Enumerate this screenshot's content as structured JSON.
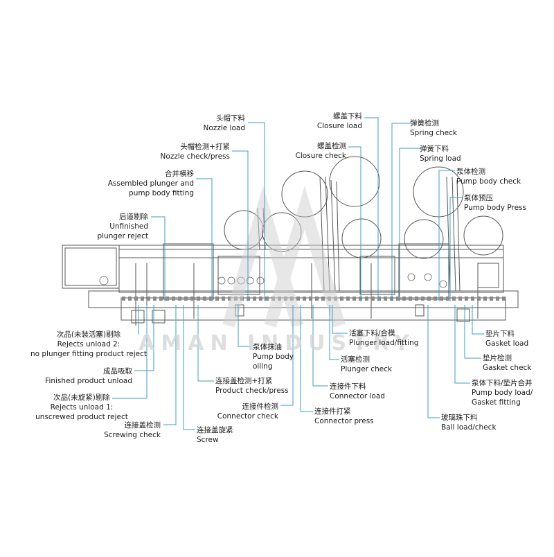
{
  "watermark": "AMAN INDUSTRY",
  "colors": {
    "leader": "#3d9cc9",
    "machine": "#444444",
    "watermark": "#cfcfcf"
  },
  "labels": {
    "nozzle_load": {
      "zh": "头帽下料",
      "en": "Nozzle load"
    },
    "nozzle_check": {
      "zh": "头帽检测+打紧",
      "en": "Nozzle check/press"
    },
    "assembled": {
      "zh": "合并横移",
      "en1": "Assembled plunger and",
      "en2": "pump body fitting"
    },
    "unfinished": {
      "zh": "后道剔除",
      "en1": "Unfinished",
      "en2": "plunger reject"
    },
    "closure_load": {
      "zh": "螺盖下料",
      "en": "Closure load"
    },
    "closure_check": {
      "zh": "螺盖检测",
      "en": "Closure check"
    },
    "spring_check": {
      "zh": "弹簧检测",
      "en": "Spring check"
    },
    "spring_load": {
      "zh": "弹簧下料",
      "en": "Spring load"
    },
    "pump_check": {
      "zh": "泵体检测",
      "en": "Pump body check"
    },
    "pump_press": {
      "zh": "泵体预压",
      "en": "Pump body Press"
    },
    "rejects2": {
      "zh": "次品(未装活塞)剔除",
      "en1": "Rejects unload 2:",
      "en2": "no plunger fitting product reject"
    },
    "finished": {
      "zh": "成品吸取",
      "en": "Finished product unload"
    },
    "rejects1": {
      "zh": "次品(未旋紧)剔除",
      "en1": "Rejects unload 1:",
      "en2": "unscrewed product reject"
    },
    "screw_check": {
      "zh": "连接盖检测",
      "en": "Screwing check"
    },
    "screw": {
      "zh": "连接盖旋紧",
      "en": "Screw"
    },
    "product_check": {
      "zh": "连接盖检测+打紧",
      "en": "Product check/press"
    },
    "oiling": {
      "zh": "泵体抹油",
      "en1": "Pump body",
      "en2": "oiling"
    },
    "connector_check": {
      "zh": "连接件检测",
      "en": "Connector check"
    },
    "connector_press": {
      "zh": "连接件打紧",
      "en": "Connector press"
    },
    "connector_load": {
      "zh": "连接件下料",
      "en": "Connector load"
    },
    "plunger_load": {
      "zh": "活塞下料/合模",
      "en": "Plunger load/fitting"
    },
    "plunger_check": {
      "zh": "活塞检测",
      "en": "Plunger check"
    },
    "ball": {
      "zh": "玻璃珠下料",
      "en": "Ball load/check"
    },
    "gasket_load": {
      "zh": "垫片下料",
      "en": "Gasket load"
    },
    "gasket_check": {
      "zh": "垫片检测",
      "en": "Gasket check"
    },
    "pump_gasket": {
      "zh": "泵体下料/垫片合并",
      "en1": "Pump body load/",
      "en2": "Gasket fitting"
    }
  }
}
